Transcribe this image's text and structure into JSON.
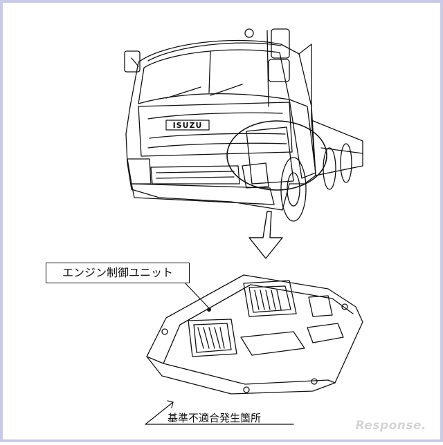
{
  "labels": {
    "ecu": "エンジン制御ユニット",
    "defect_location": "基準不適合発生箇所",
    "brand": "ISUZU"
  },
  "watermark": {
    "text": "Response."
  },
  "colors": {
    "frame": "#c9cbe6",
    "line": "#111111",
    "watermark": "#d4d4d4"
  }
}
